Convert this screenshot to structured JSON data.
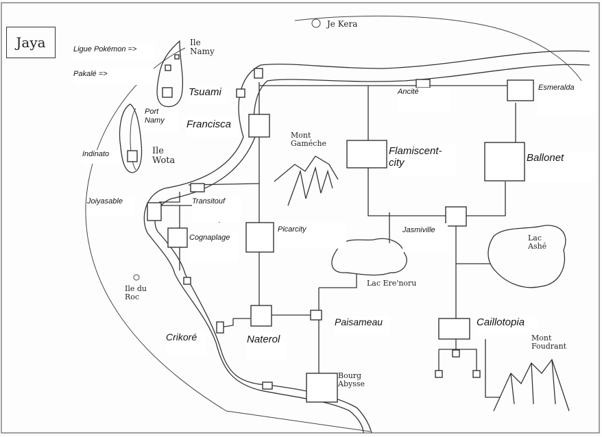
{
  "map": {
    "title": "Jaya",
    "labels": {
      "ligue": "Ligue Pokémon =>",
      "pakale": "Pakalé           =>",
      "tsuami": "Tsuami",
      "port_namy": "Port\nNamy",
      "francisca": "Francisca",
      "indinato": "Indinato",
      "ancite": "Ancité",
      "esmeralda": "Esmeralda",
      "flamiscent": "Flamiscent-\ncity",
      "ballonet": "Ballonet",
      "joiyasable": "Joiyasable",
      "transitouf": "Transitouf",
      "cognaplage": "Cognaplage",
      "picarcity": "Picarcity",
      "jasmiville": "Jasmiville",
      "crikore": "Crikoré",
      "naterol": "Naterol",
      "paisameau": "Paisameau",
      "caillotopia": "Caillotopia"
    },
    "handwritten": {
      "je_kera": "Je Kera",
      "ile_namy": "Ile\nNamy",
      "ile_wota": "Ile\nWota",
      "mont_gameche": "Mont\nGaméche",
      "lac_ashe": "Lac\nAshé",
      "lac_ere_noru": "Lac Ere'noru",
      "ile_du_roc": "Ile du\nRoc",
      "mont_foudrant": "Mont\nFoudrant",
      "bourg_abysse": "Bourg\nAbysse"
    }
  }
}
